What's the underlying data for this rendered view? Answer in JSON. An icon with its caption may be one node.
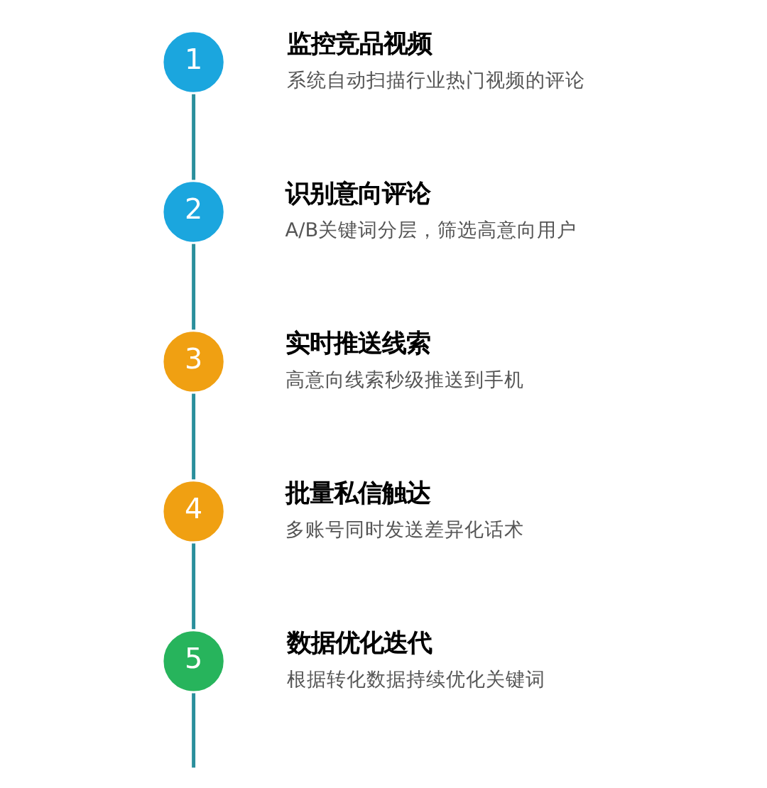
{
  "diagram": {
    "nodes": [
      {
        "text": [
          "1"
        ],
        "beside": [
          "监控竞品视频",
          "系统自动扫描行业热门视频的评论"
        ]
      },
      {
        "text": [
          "2"
        ],
        "beside": [
          "识别意向评论",
          "A/B关键词分层，筛选高意向用户"
        ]
      },
      {
        "text": [
          "3"
        ],
        "beside": [
          "实时推送线索",
          "高意向线索秒级推送到手机"
        ]
      },
      {
        "text": [
          "4"
        ],
        "beside": [
          "批量私信触达",
          "多账号同时发送差异化话术"
        ]
      },
      {
        "text": [
          "5"
        ],
        "beside": [
          "数据优化迭代",
          "根据转化数据持续优化关键词"
        ]
      }
    ],
    "edges": [
      {
        "from": 0,
        "to": 1,
        "arrow": "none"
      },
      {
        "from": 1,
        "to": 2,
        "arrow": "none"
      },
      {
        "from": 2,
        "to": 3,
        "arrow": "none"
      },
      {
        "from": 3,
        "to": 4,
        "arrow": "none"
      },
      {
        "from": 4,
        "to": null,
        "arrow": "none"
      }
    ]
  }
}
